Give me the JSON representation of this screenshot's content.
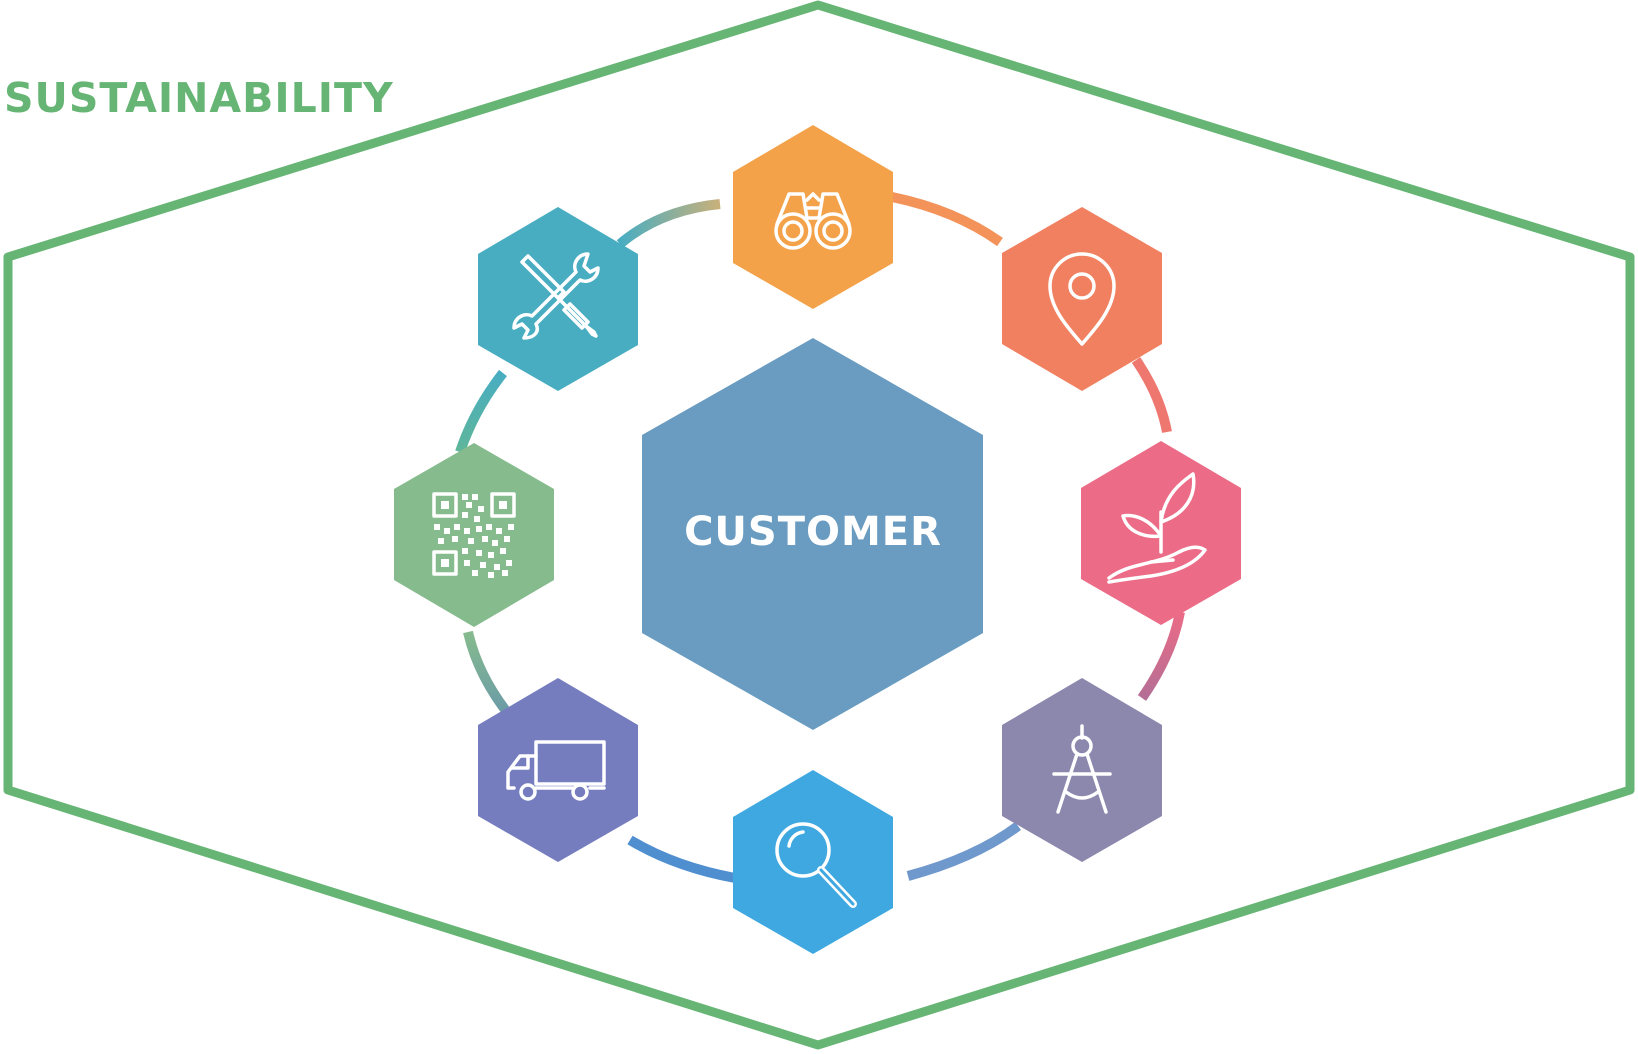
{
  "frame": {
    "title": "SUSTAINABILITY",
    "color": "#66b574"
  },
  "center": {
    "label": "CUSTOMER",
    "color": "#6a9cc1"
  },
  "cycle": [
    {
      "id": "explore",
      "icon": "binoculars-icon",
      "color": "#f3a24a"
    },
    {
      "id": "locate",
      "icon": "location-pin-icon",
      "color": "#f08060"
    },
    {
      "id": "grow",
      "icon": "plant-in-hand-icon",
      "color": "#ec6b86"
    },
    {
      "id": "design",
      "icon": "drafting-compass-icon",
      "color": "#8c87ad"
    },
    {
      "id": "search",
      "icon": "magnifier-icon",
      "color": "#3fa8e0"
    },
    {
      "id": "deliver",
      "icon": "delivery-truck-icon",
      "color": "#757dbe"
    },
    {
      "id": "track",
      "icon": "qr-code-icon",
      "color": "#86bb8d"
    },
    {
      "id": "maintain",
      "icon": "tools-icon",
      "color": "#48adc1"
    }
  ]
}
